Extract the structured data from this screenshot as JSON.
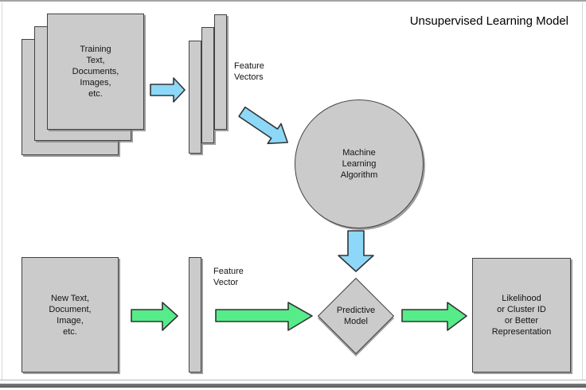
{
  "title": "Unsupervised Learning Model",
  "nodes": {
    "training_input": {
      "label": "Training\nText,\nDocuments,\nImages,\netc."
    },
    "feature_vectors": {
      "label": "Feature\nVectors"
    },
    "ml_algorithm": {
      "label": "Machine\nLearning\nAlgorithm"
    },
    "new_input": {
      "label": "New Text,\nDocument,\nImage,\netc."
    },
    "feature_vector": {
      "label": "Feature\nVector"
    },
    "predictive_model": {
      "label": "Predictive\nModel"
    },
    "output": {
      "label": "Likelihood\nor Cluster ID\nor Better\nRepresentation"
    }
  },
  "colors": {
    "shape_fill": "#cbcbcb",
    "shape_border": "#424242",
    "training_arrow_blue": "#8dd8f8",
    "prediction_arrow_green": "#57ec8a"
  }
}
